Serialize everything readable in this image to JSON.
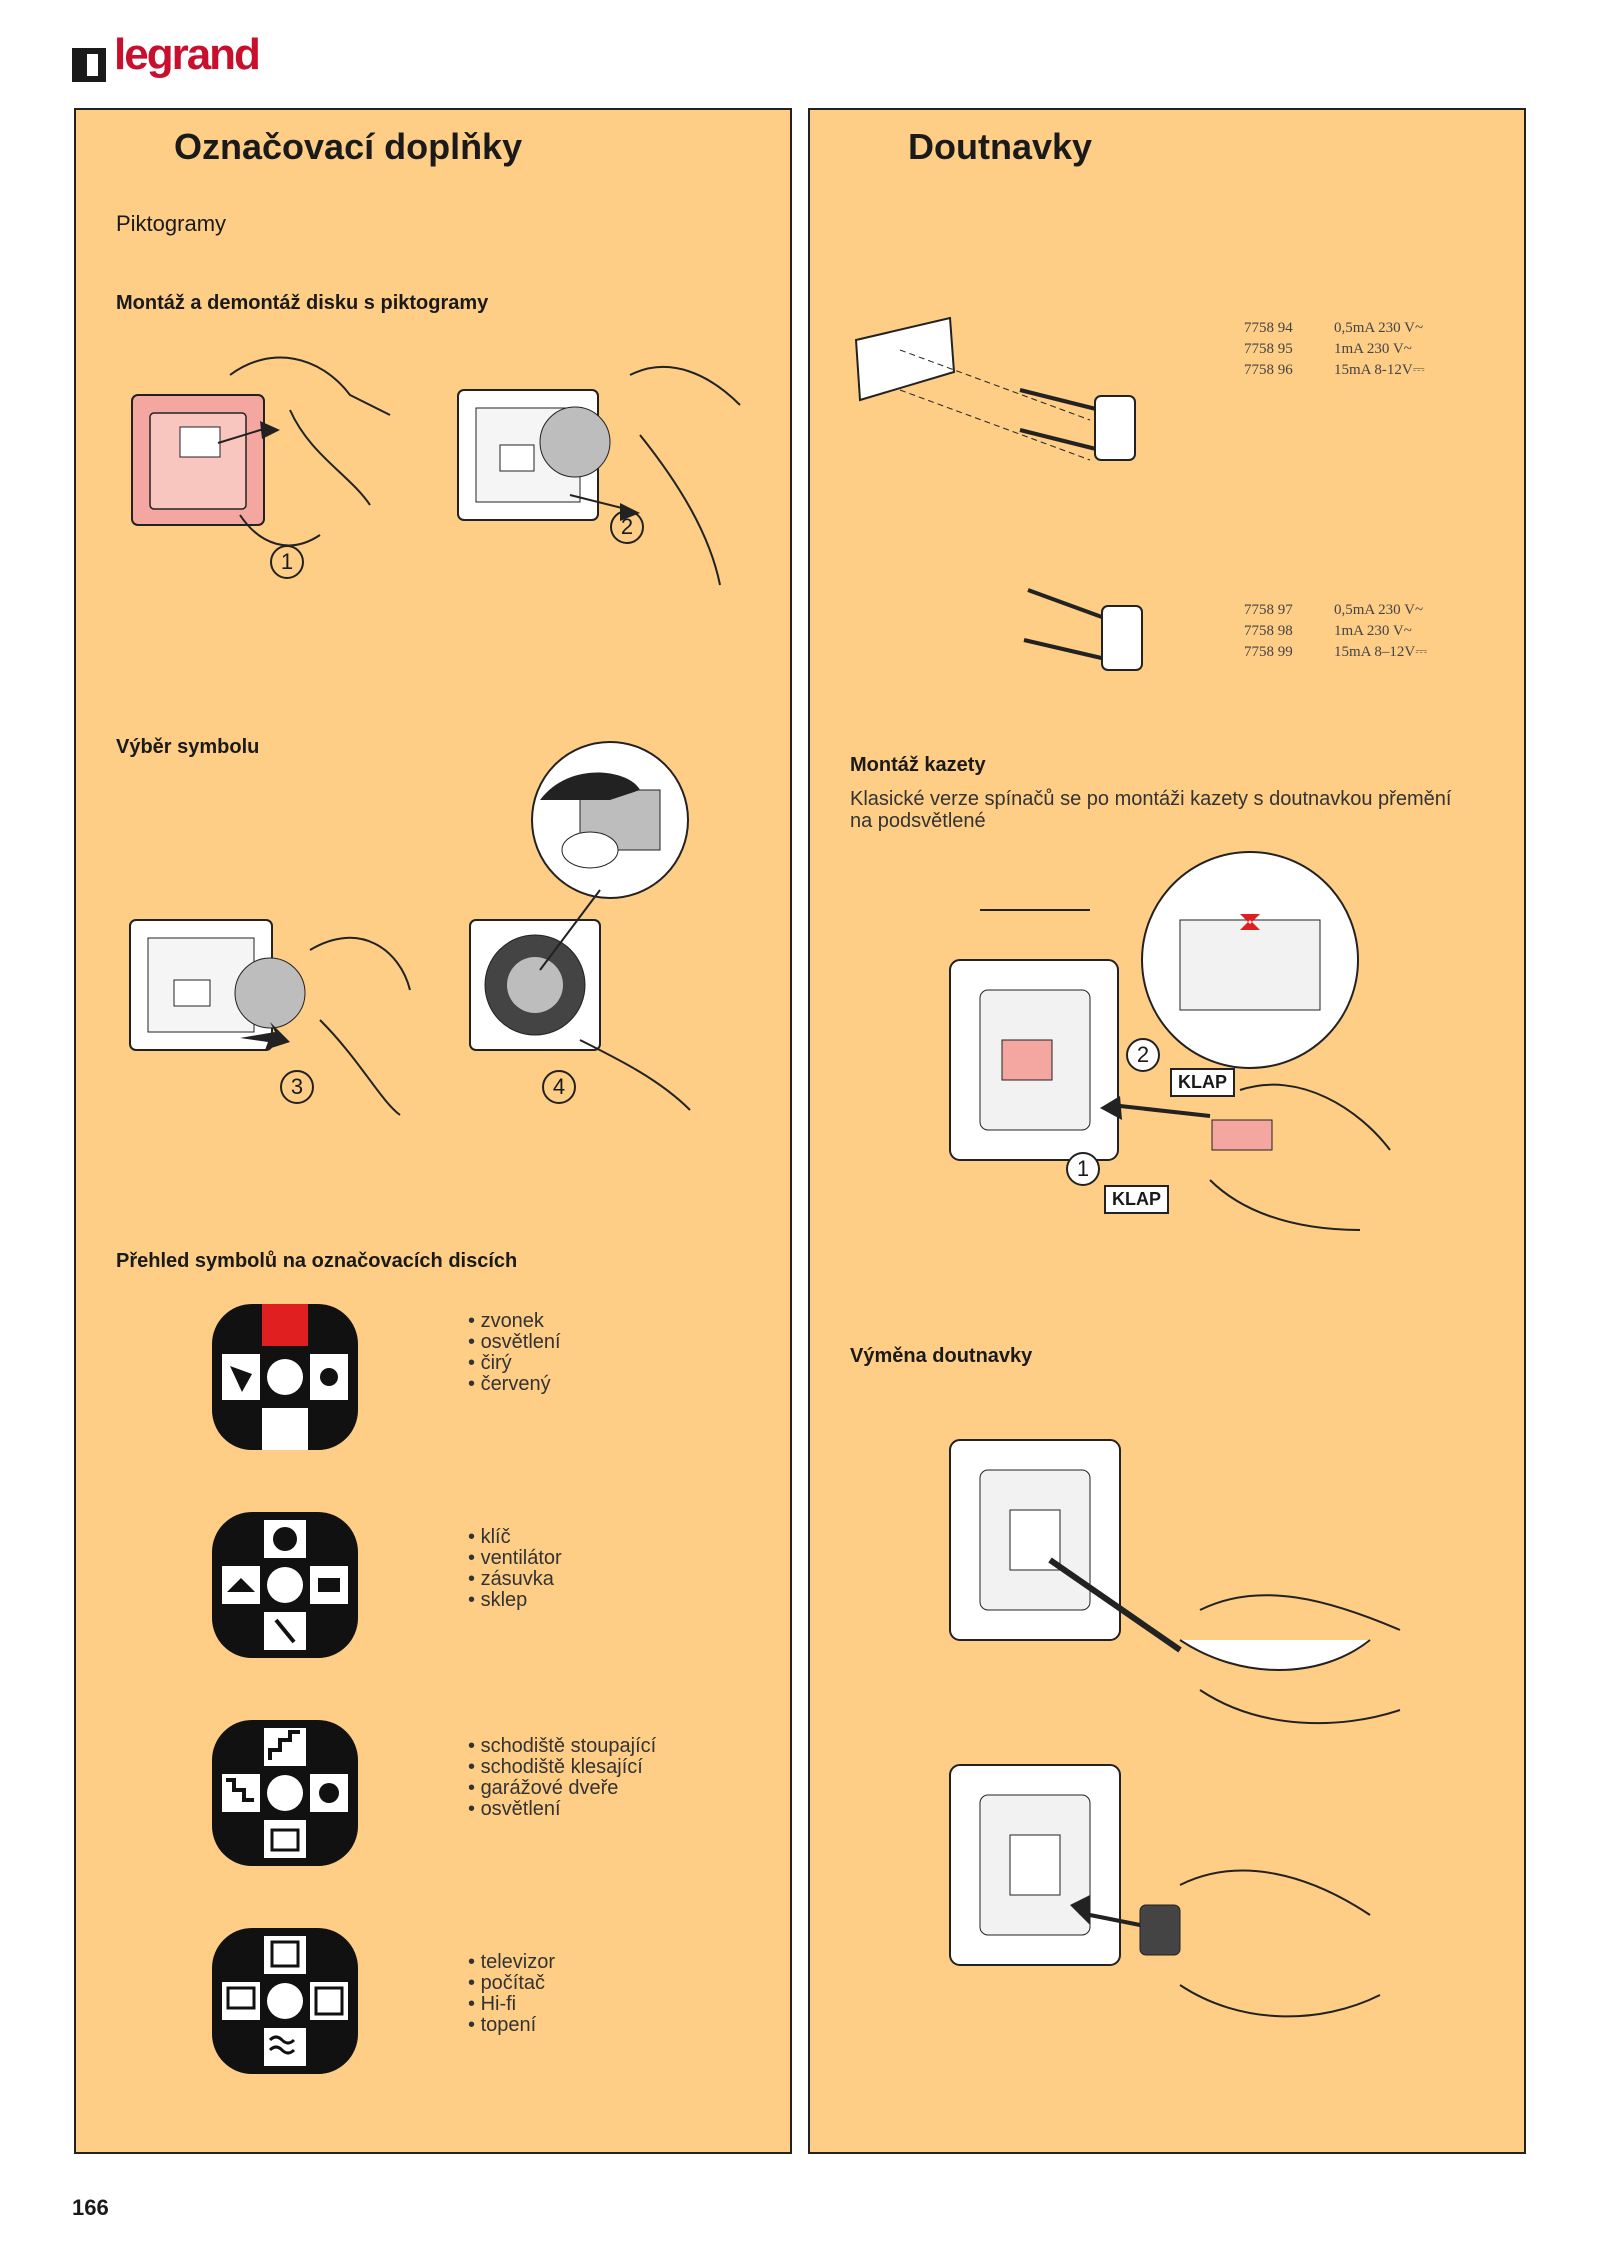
{
  "brand": {
    "name": "legrand",
    "color": "#c8102e"
  },
  "colors": {
    "panel": "#fecd86",
    "pink": "#f4a7a0",
    "red": "#e02020"
  },
  "left": {
    "title": "Označovací doplňky",
    "subtitle": "Piktogramy",
    "section1": "Montáž a demontáž disku s piktogramy",
    "section2": "Výběr symbolu",
    "section3": "Přehled symbolů na označovacích discích",
    "steps": [
      "1",
      "2",
      "3",
      "4"
    ],
    "discs": [
      {
        "items": [
          "zvonek",
          "osvětlení",
          "čirý",
          "červený"
        ]
      },
      {
        "items": [
          "klíč",
          "ventilátor",
          "zásuvka",
          "sklep"
        ]
      },
      {
        "items": [
          "schodiště stoupající",
          "schodiště klesající",
          "garážové dveře",
          "osvětlení"
        ]
      },
      {
        "items": [
          "televizor",
          "počítač",
          "Hi-fi",
          "topení"
        ]
      }
    ]
  },
  "right": {
    "title": "Doutnavky",
    "codes_a": [
      {
        "code": "7758 94",
        "spec": "0,5mA 230 V~"
      },
      {
        "code": "7758 95",
        "spec": "1mA 230 V~"
      },
      {
        "code": "7758 96",
        "spec": "15mA 8-12V⎓"
      }
    ],
    "codes_b": [
      {
        "code": "7758 97",
        "spec": "0,5mA 230 V~"
      },
      {
        "code": "7758 98",
        "spec": "1mA 230 V~"
      },
      {
        "code": "7758 99",
        "spec": "15mA 8–12V⎓"
      }
    ],
    "section1": "Montáž kazety",
    "section1_text": "Klasické verze spínačů se po montáži kazety s doutnavkou přemění na podsvětlené",
    "klap": "KLAP",
    "steps": [
      "1",
      "2"
    ],
    "section2": "Výměna doutnavky"
  },
  "page_number": "166"
}
